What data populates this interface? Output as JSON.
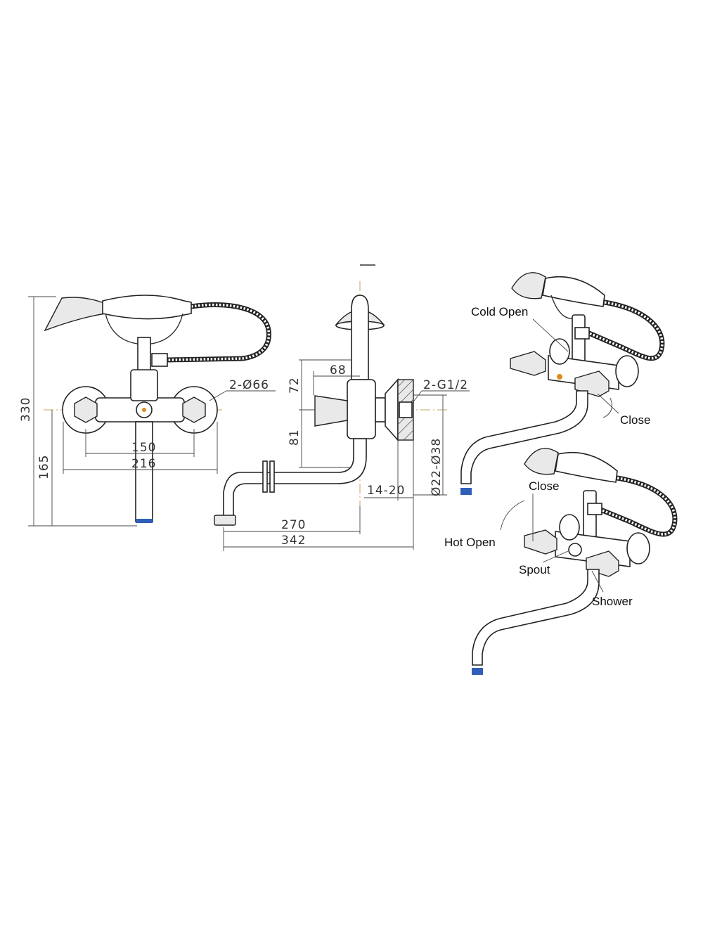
{
  "dimensions": {
    "front": {
      "height_total": "330",
      "height_lower": "165",
      "flange_diameter": "2-Ø66",
      "center_distance": "150",
      "overall_width": "216"
    },
    "side": {
      "handle_offset": "68",
      "upper_height": "72",
      "lower_height": "81",
      "thread": "2-G1/2",
      "flange_range": "Ø22-Ø38",
      "wall_depth": "14-20",
      "spout_reach": "270",
      "overall_reach": "342"
    }
  },
  "callouts": {
    "cold_open": "Cold  Open",
    "close_top": "Close",
    "close_bottom": "Close",
    "hot_open": "Hot  Open",
    "spout": "Spout",
    "shower": "Shower"
  },
  "colors": {
    "line": "#333333",
    "centerline": "#c8a060",
    "accent_blue": "#2f5fb8",
    "accent_orange": "#e08a1e"
  }
}
